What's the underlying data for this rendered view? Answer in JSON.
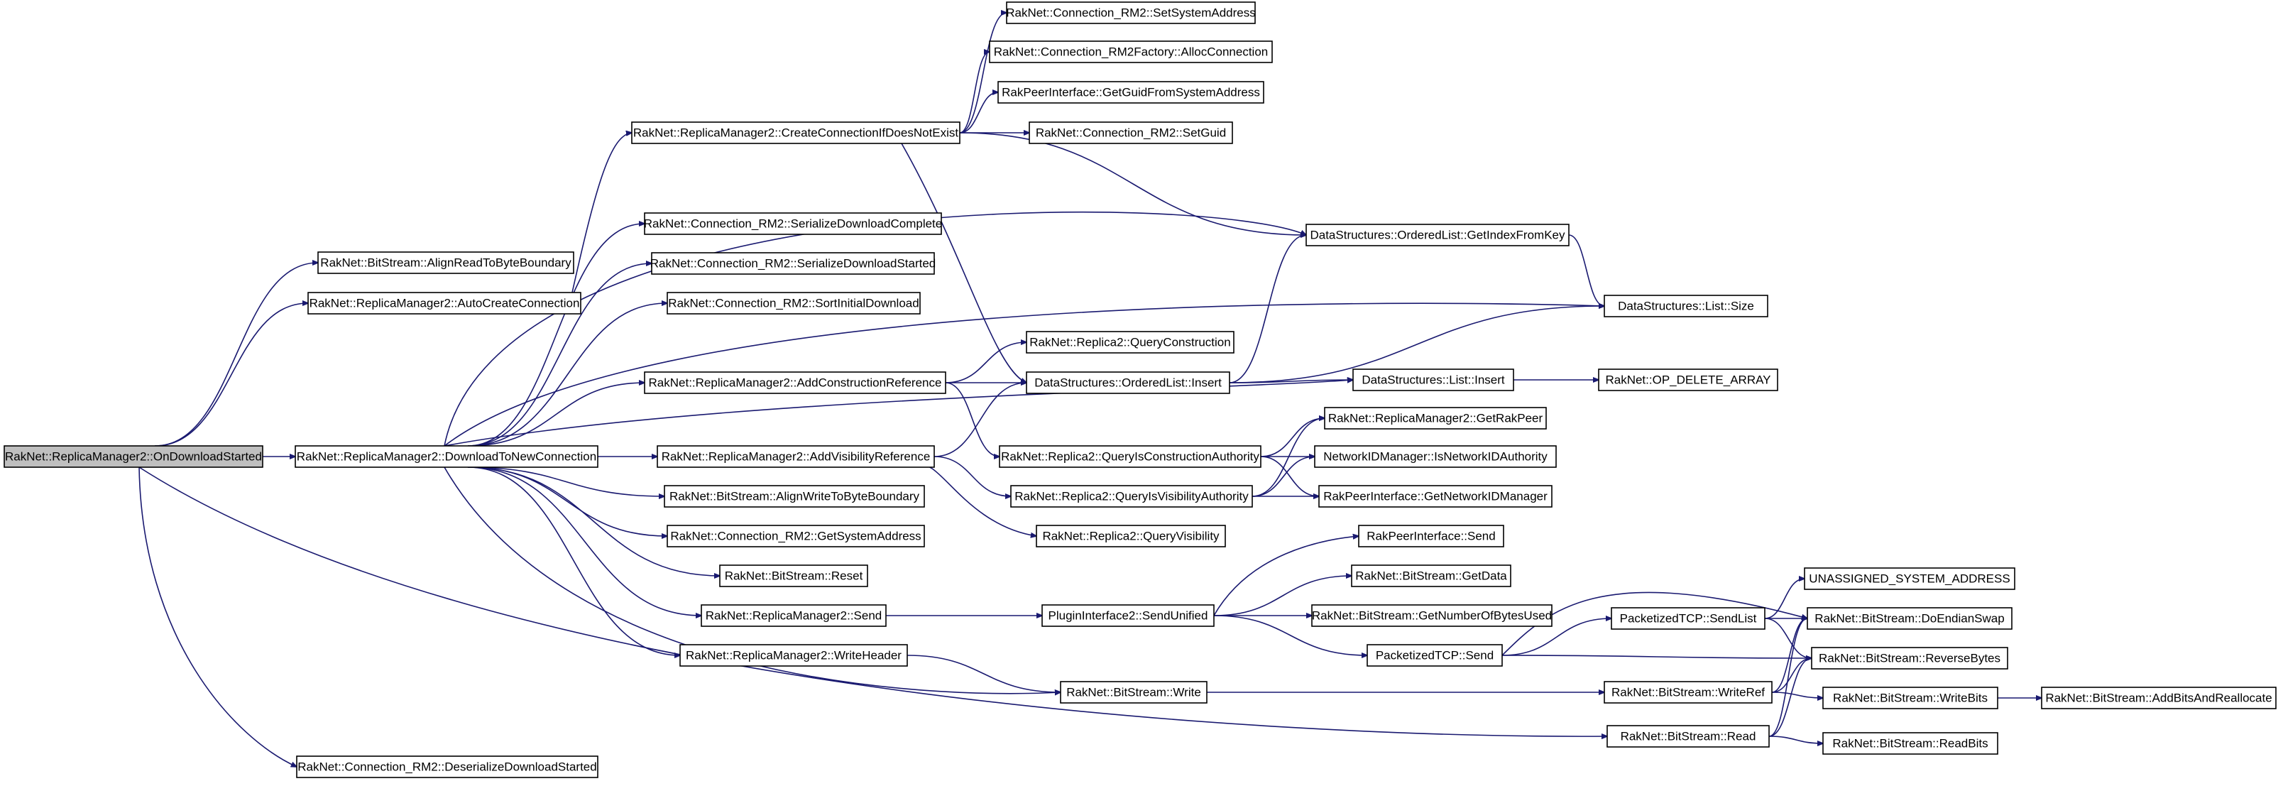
{
  "diagram": {
    "nodes": [
      {
        "id": "root",
        "label": "RakNet::ReplicaManager2::OnDownloadStarted"
      },
      {
        "id": "alignRead",
        "label": "RakNet::BitStream::AlignReadToByteBoundary"
      },
      {
        "id": "autoCreate",
        "label": "RakNet::ReplicaManager2::AutoCreateConnection"
      },
      {
        "id": "downloadNew",
        "label": "RakNet::ReplicaManager2::DownloadToNewConnection"
      },
      {
        "id": "deserializeDS",
        "label": "RakNet::Connection_RM2::DeserializeDownloadStarted"
      },
      {
        "id": "createConn",
        "label": "RakNet::ReplicaManager2::CreateConnectionIfDoesNotExist"
      },
      {
        "id": "setSysAddr",
        "label": "RakNet::Connection_RM2::SetSystemAddress"
      },
      {
        "id": "allocConn",
        "label": "RakNet::Connection_RM2Factory::AllocConnection"
      },
      {
        "id": "getGuidFromSA",
        "label": "RakPeerInterface::GetGuidFromSystemAddress"
      },
      {
        "id": "setGuid",
        "label": "RakNet::Connection_RM2::SetGuid"
      },
      {
        "id": "serDC",
        "label": "RakNet::Connection_RM2::SerializeDownloadComplete"
      },
      {
        "id": "serDS",
        "label": "RakNet::Connection_RM2::SerializeDownloadStarted"
      },
      {
        "id": "sortInit",
        "label": "RakNet::Connection_RM2::SortInitialDownload"
      },
      {
        "id": "addConstRef",
        "label": "RakNet::ReplicaManager2::AddConstructionReference"
      },
      {
        "id": "addVisRef",
        "label": "RakNet::ReplicaManager2::AddVisibilityReference"
      },
      {
        "id": "alignWrite",
        "label": "RakNet::BitStream::AlignWriteToByteBoundary"
      },
      {
        "id": "getSysAddr",
        "label": "RakNet::Connection_RM2::GetSystemAddress"
      },
      {
        "id": "bsReset",
        "label": "RakNet::BitStream::Reset"
      },
      {
        "id": "rmSend",
        "label": "RakNet::ReplicaManager2::Send"
      },
      {
        "id": "writeHeader",
        "label": "RakNet::ReplicaManager2::WriteHeader"
      },
      {
        "id": "getIndex",
        "label": "DataStructures::OrderedList::GetIndexFromKey"
      },
      {
        "id": "listSize",
        "label": "DataStructures::List::Size"
      },
      {
        "id": "queryConst",
        "label": "RakNet::Replica2::QueryConstruction"
      },
      {
        "id": "olInsert",
        "label": "DataStructures::OrderedList::Insert"
      },
      {
        "id": "listInsert",
        "label": "DataStructures::List::Insert"
      },
      {
        "id": "opDelete",
        "label": "RakNet::OP_DELETE_ARRAY"
      },
      {
        "id": "getRakPeer",
        "label": "RakNet::ReplicaManager2::GetRakPeer"
      },
      {
        "id": "qConstAuth",
        "label": "RakNet::Replica2::QueryIsConstructionAuthority"
      },
      {
        "id": "isNetAuth",
        "label": "NetworkIDManager::IsNetworkIDAuthority"
      },
      {
        "id": "qVisAuth",
        "label": "RakNet::Replica2::QueryIsVisibilityAuthority"
      },
      {
        "id": "getNetIDMgr",
        "label": "RakPeerInterface::GetNetworkIDManager"
      },
      {
        "id": "qVis",
        "label": "RakNet::Replica2::QueryVisibility"
      },
      {
        "id": "rpiSend",
        "label": "RakPeerInterface::Send"
      },
      {
        "id": "sendUnified",
        "label": "PluginInterface2::SendUnified"
      },
      {
        "id": "getData",
        "label": "RakNet::BitStream::GetData"
      },
      {
        "id": "getNumBytes",
        "label": "RakNet::BitStream::GetNumberOfBytesUsed"
      },
      {
        "id": "ptcpSend",
        "label": "PacketizedTCP::Send"
      },
      {
        "id": "unassigned",
        "label": "UNASSIGNED_SYSTEM_ADDRESS"
      },
      {
        "id": "sendList",
        "label": "PacketizedTCP::SendList"
      },
      {
        "id": "doEndian",
        "label": "RakNet::BitStream::DoEndianSwap"
      },
      {
        "id": "reverseBytes",
        "label": "RakNet::BitStream::ReverseBytes"
      },
      {
        "id": "bsWrite",
        "label": "RakNet::BitStream::Write"
      },
      {
        "id": "writeRef",
        "label": "RakNet::BitStream::WriteRef"
      },
      {
        "id": "writeBits",
        "label": "RakNet::BitStream::WriteBits"
      },
      {
        "id": "addBits",
        "label": "RakNet::BitStream::AddBitsAndReallocate"
      },
      {
        "id": "bsRead",
        "label": "RakNet::BitStream::Read"
      },
      {
        "id": "readBits",
        "label": "RakNet::BitStream::ReadBits"
      }
    ],
    "edges": [
      [
        "root",
        "alignRead"
      ],
      [
        "root",
        "autoCreate"
      ],
      [
        "root",
        "downloadNew"
      ],
      [
        "root",
        "deserializeDS"
      ],
      [
        "root",
        "bsRead"
      ],
      [
        "autoCreate",
        "createConn"
      ],
      [
        "createConn",
        "setSysAddr"
      ],
      [
        "createConn",
        "allocConn"
      ],
      [
        "createConn",
        "getGuidFromSA"
      ],
      [
        "createConn",
        "setGuid"
      ],
      [
        "createConn",
        "getIndex"
      ],
      [
        "createConn",
        "olInsert"
      ],
      [
        "downloadNew",
        "serDC"
      ],
      [
        "downloadNew",
        "serDS"
      ],
      [
        "downloadNew",
        "sortInit"
      ],
      [
        "downloadNew",
        "addConstRef"
      ],
      [
        "downloadNew",
        "addVisRef"
      ],
      [
        "downloadNew",
        "alignWrite"
      ],
      [
        "downloadNew",
        "getSysAddr"
      ],
      [
        "downloadNew",
        "bsReset"
      ],
      [
        "downloadNew",
        "rmSend"
      ],
      [
        "downloadNew",
        "writeHeader"
      ],
      [
        "downloadNew",
        "bsWrite"
      ],
      [
        "downloadNew",
        "getIndex"
      ],
      [
        "downloadNew",
        "listSize"
      ],
      [
        "downloadNew",
        "listInsert"
      ],
      [
        "addConstRef",
        "queryConst"
      ],
      [
        "addConstRef",
        "olInsert"
      ],
      [
        "addConstRef",
        "qConstAuth"
      ],
      [
        "addVisRef",
        "olInsert"
      ],
      [
        "addVisRef",
        "qVisAuth"
      ],
      [
        "addVisRef",
        "qVis"
      ],
      [
        "olInsert",
        "getIndex"
      ],
      [
        "olInsert",
        "listSize"
      ],
      [
        "olInsert",
        "listInsert"
      ],
      [
        "getIndex",
        "listSize"
      ],
      [
        "listInsert",
        "opDelete"
      ],
      [
        "qConstAuth",
        "getRakPeer"
      ],
      [
        "qConstAuth",
        "isNetAuth"
      ],
      [
        "qConstAuth",
        "getNetIDMgr"
      ],
      [
        "qVisAuth",
        "getRakPeer"
      ],
      [
        "qVisAuth",
        "isNetAuth"
      ],
      [
        "qVisAuth",
        "getNetIDMgr"
      ],
      [
        "rmSend",
        "sendUnified"
      ],
      [
        "sendUnified",
        "rpiSend"
      ],
      [
        "sendUnified",
        "getData"
      ],
      [
        "sendUnified",
        "getNumBytes"
      ],
      [
        "sendUnified",
        "ptcpSend"
      ],
      [
        "ptcpSend",
        "sendList"
      ],
      [
        "ptcpSend",
        "doEndian"
      ],
      [
        "ptcpSend",
        "reverseBytes"
      ],
      [
        "sendList",
        "unassigned"
      ],
      [
        "sendList",
        "doEndian"
      ],
      [
        "sendList",
        "reverseBytes"
      ],
      [
        "writeHeader",
        "bsWrite"
      ],
      [
        "bsWrite",
        "writeRef"
      ],
      [
        "writeRef",
        "doEndian"
      ],
      [
        "writeRef",
        "reverseBytes"
      ],
      [
        "writeRef",
        "writeBits"
      ],
      [
        "writeBits",
        "addBits"
      ],
      [
        "bsRead",
        "doEndian"
      ],
      [
        "bsRead",
        "reverseBytes"
      ],
      [
        "bsRead",
        "readBits"
      ]
    ]
  }
}
